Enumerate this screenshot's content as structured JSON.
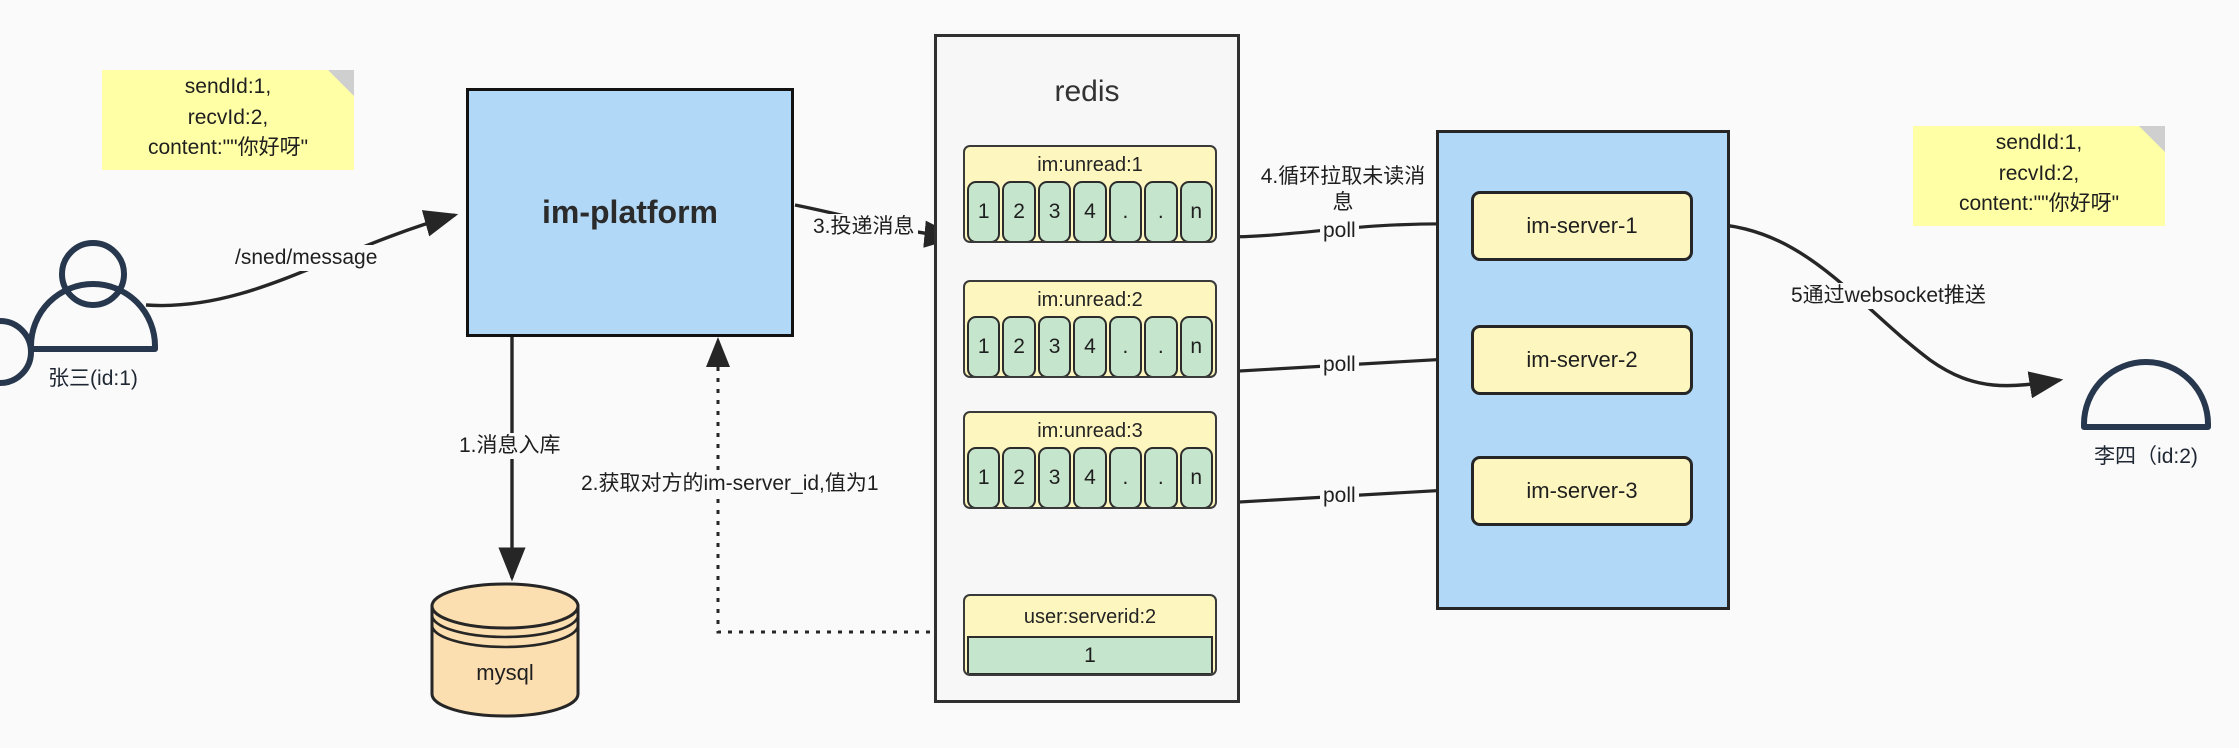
{
  "diagram": {
    "title": "IM message delivery architecture",
    "colors": {
      "background": "#fafafa",
      "note_fill": "#ffffa6",
      "note_fold": "#cfcfcf",
      "platform_fill": "#b1d9f7",
      "server_fill": "#fdf6bf",
      "redis_fill": "#f7f7f7",
      "cell_fill": "#c6e5cd",
      "mysql_fill": "#fbdfb1",
      "stroke": "#262626",
      "actor_stroke": "#27374d"
    }
  },
  "notes": {
    "left": {
      "text": "sendId:1,\nrecvId:2,\ncontent:\"\"你好呀\""
    },
    "right": {
      "text": "sendId:1,\nrecvId:2,\ncontent:\"\"你好呀\""
    }
  },
  "actors": {
    "sender": {
      "label": "张三(id:1)",
      "icon": "user-icon"
    },
    "receiver": {
      "label": "李四（id:2)",
      "icon": "user-icon"
    }
  },
  "platform": {
    "label": "im-platform"
  },
  "mysql": {
    "label": "mysql"
  },
  "redis": {
    "title": "redis",
    "keys": [
      {
        "name": "im:unread:1",
        "cells": [
          "1",
          "2",
          "3",
          "4",
          ".",
          ".",
          "n"
        ]
      },
      {
        "name": "im:unread:2",
        "cells": [
          "1",
          "2",
          "3",
          "4",
          ".",
          ".",
          "n"
        ]
      },
      {
        "name": "im:unread:3",
        "cells": [
          "1",
          "2",
          "3",
          "4",
          ".",
          ".",
          "n"
        ]
      }
    ],
    "serverid": {
      "name": "user:serverid:2",
      "value": "1"
    }
  },
  "servers": {
    "nodes": [
      {
        "label": "im-server-1"
      },
      {
        "label": "im-server-2"
      },
      {
        "label": "im-server-3"
      }
    ]
  },
  "edges": {
    "send_message": "/sned/message",
    "step1": "1.消息入库",
    "step2": "2.获取对方的im-server_id,值为1",
    "step3": "3.投递消息",
    "step4": "4.循环拉取未读消息",
    "poll_1": "poll",
    "poll_2": "poll",
    "poll_3": "poll",
    "step5": "5通过websocket推送"
  }
}
